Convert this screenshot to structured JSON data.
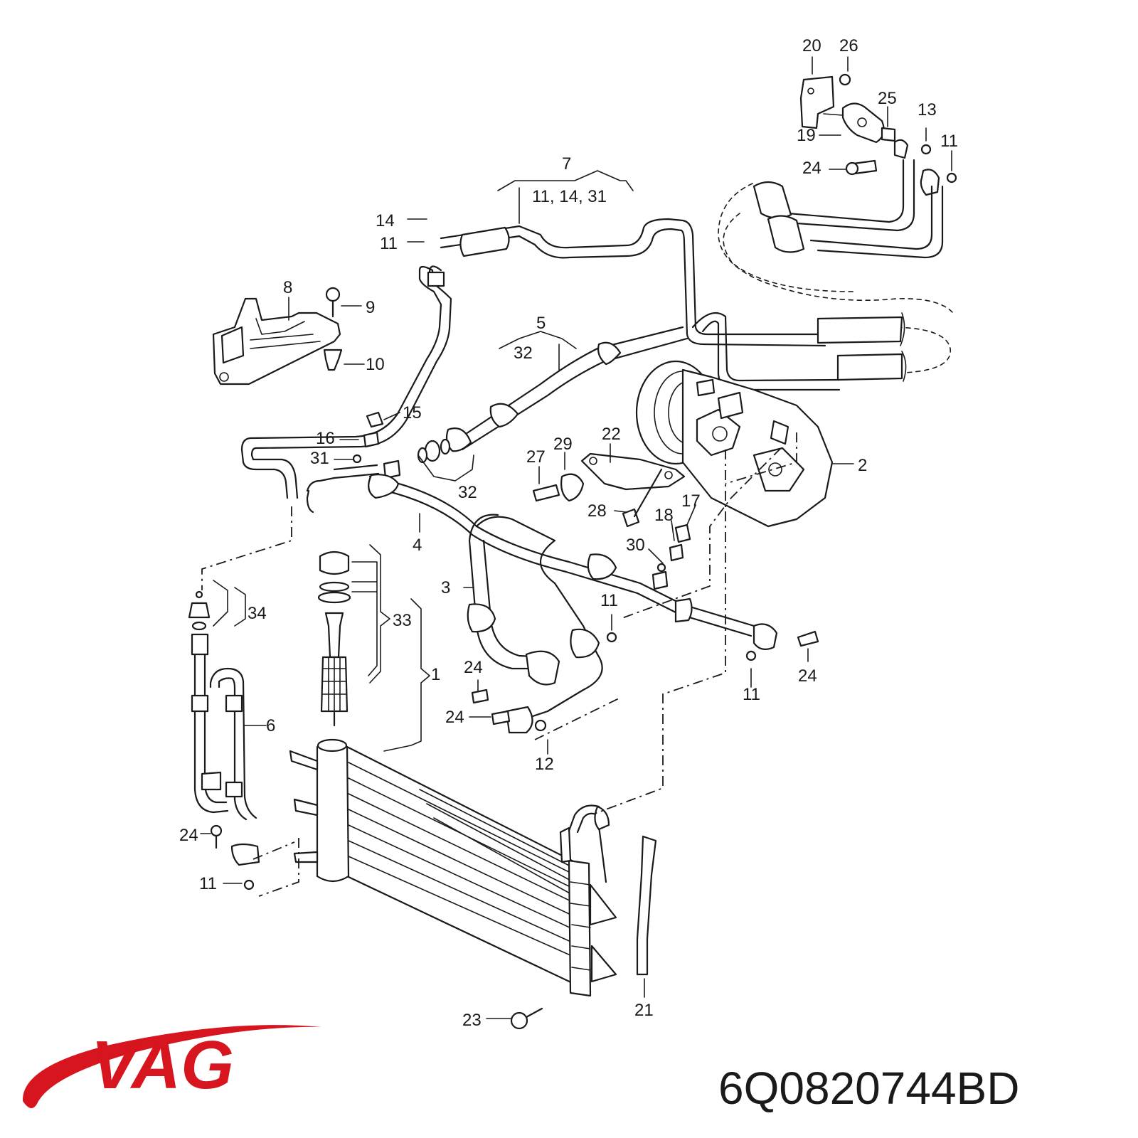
{
  "brand": {
    "logo_text": "VAG",
    "logo_color": "#d6151f"
  },
  "part_number": "6Q0820744BD",
  "callouts": [
    {
      "id": "c20",
      "text": "20"
    },
    {
      "id": "c26",
      "text": "26"
    },
    {
      "id": "c25",
      "text": "25"
    },
    {
      "id": "c13",
      "text": "13"
    },
    {
      "id": "c19",
      "text": "19"
    },
    {
      "id": "c11a",
      "text": "11"
    },
    {
      "id": "c24a",
      "text": "24"
    },
    {
      "id": "c7",
      "text": "7"
    },
    {
      "id": "c7sub",
      "text": "11, 14, 31"
    },
    {
      "id": "c14",
      "text": "14"
    },
    {
      "id": "c11b",
      "text": "11"
    },
    {
      "id": "c8",
      "text": "8"
    },
    {
      "id": "c9",
      "text": "9"
    },
    {
      "id": "c10",
      "text": "10"
    },
    {
      "id": "c5",
      "text": "5"
    },
    {
      "id": "c32a",
      "text": "32"
    },
    {
      "id": "c15",
      "text": "15"
    },
    {
      "id": "c16",
      "text": "16"
    },
    {
      "id": "c31",
      "text": "31"
    },
    {
      "id": "c32b",
      "text": "32"
    },
    {
      "id": "c22",
      "text": "22"
    },
    {
      "id": "c29",
      "text": "29"
    },
    {
      "id": "c27",
      "text": "27"
    },
    {
      "id": "c2",
      "text": "2"
    },
    {
      "id": "c28",
      "text": "28"
    },
    {
      "id": "c17",
      "text": "17"
    },
    {
      "id": "c18",
      "text": "18"
    },
    {
      "id": "c30",
      "text": "30"
    },
    {
      "id": "c4",
      "text": "4"
    },
    {
      "id": "c3",
      "text": "3"
    },
    {
      "id": "c34",
      "text": "34"
    },
    {
      "id": "c33",
      "text": "33"
    },
    {
      "id": "c1",
      "text": "1"
    },
    {
      "id": "c11c",
      "text": "11"
    },
    {
      "id": "c24b",
      "text": "24"
    },
    {
      "id": "c24c",
      "text": "24"
    },
    {
      "id": "c24d",
      "text": "24"
    },
    {
      "id": "c11d",
      "text": "11"
    },
    {
      "id": "c12",
      "text": "12"
    },
    {
      "id": "c6",
      "text": "6"
    },
    {
      "id": "c24e",
      "text": "24"
    },
    {
      "id": "c11e",
      "text": "11"
    },
    {
      "id": "c23",
      "text": "23"
    },
    {
      "id": "c21",
      "text": "21"
    }
  ]
}
